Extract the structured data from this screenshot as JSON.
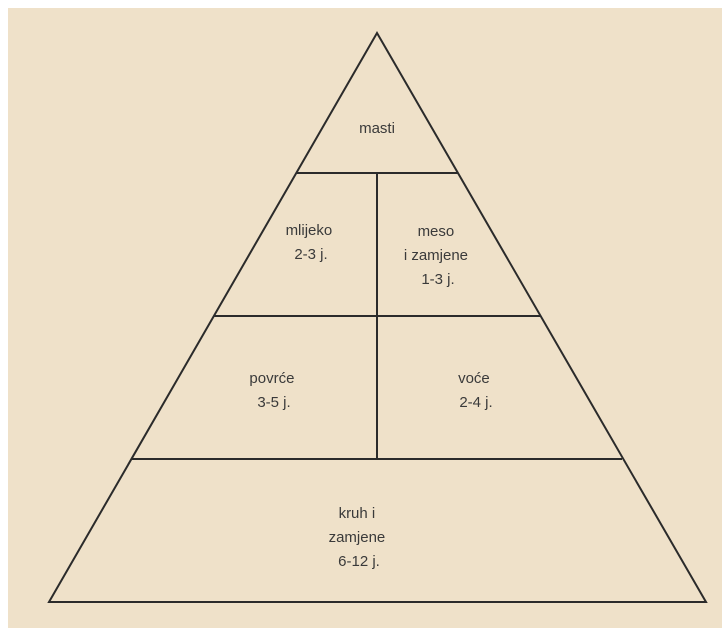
{
  "pyramid": {
    "top": {
      "lines": [
        "masti"
      ]
    },
    "tier2_left": {
      "lines": [
        "mlijeko",
        "2-3 j."
      ]
    },
    "tier2_right": {
      "lines": [
        "meso",
        "i zamjene",
        "1-3 j."
      ]
    },
    "tier3_left": {
      "lines": [
        "povrće",
        "3-5 j."
      ]
    },
    "tier3_right": {
      "lines": [
        "voće",
        "2-4 j."
      ]
    },
    "base": {
      "lines": [
        "kruh i",
        "zamjene",
        "6-12 j."
      ]
    }
  },
  "colors": {
    "background": "#efe1c9",
    "stroke": "#2b2b2b",
    "text": "#3a3a3a"
  }
}
